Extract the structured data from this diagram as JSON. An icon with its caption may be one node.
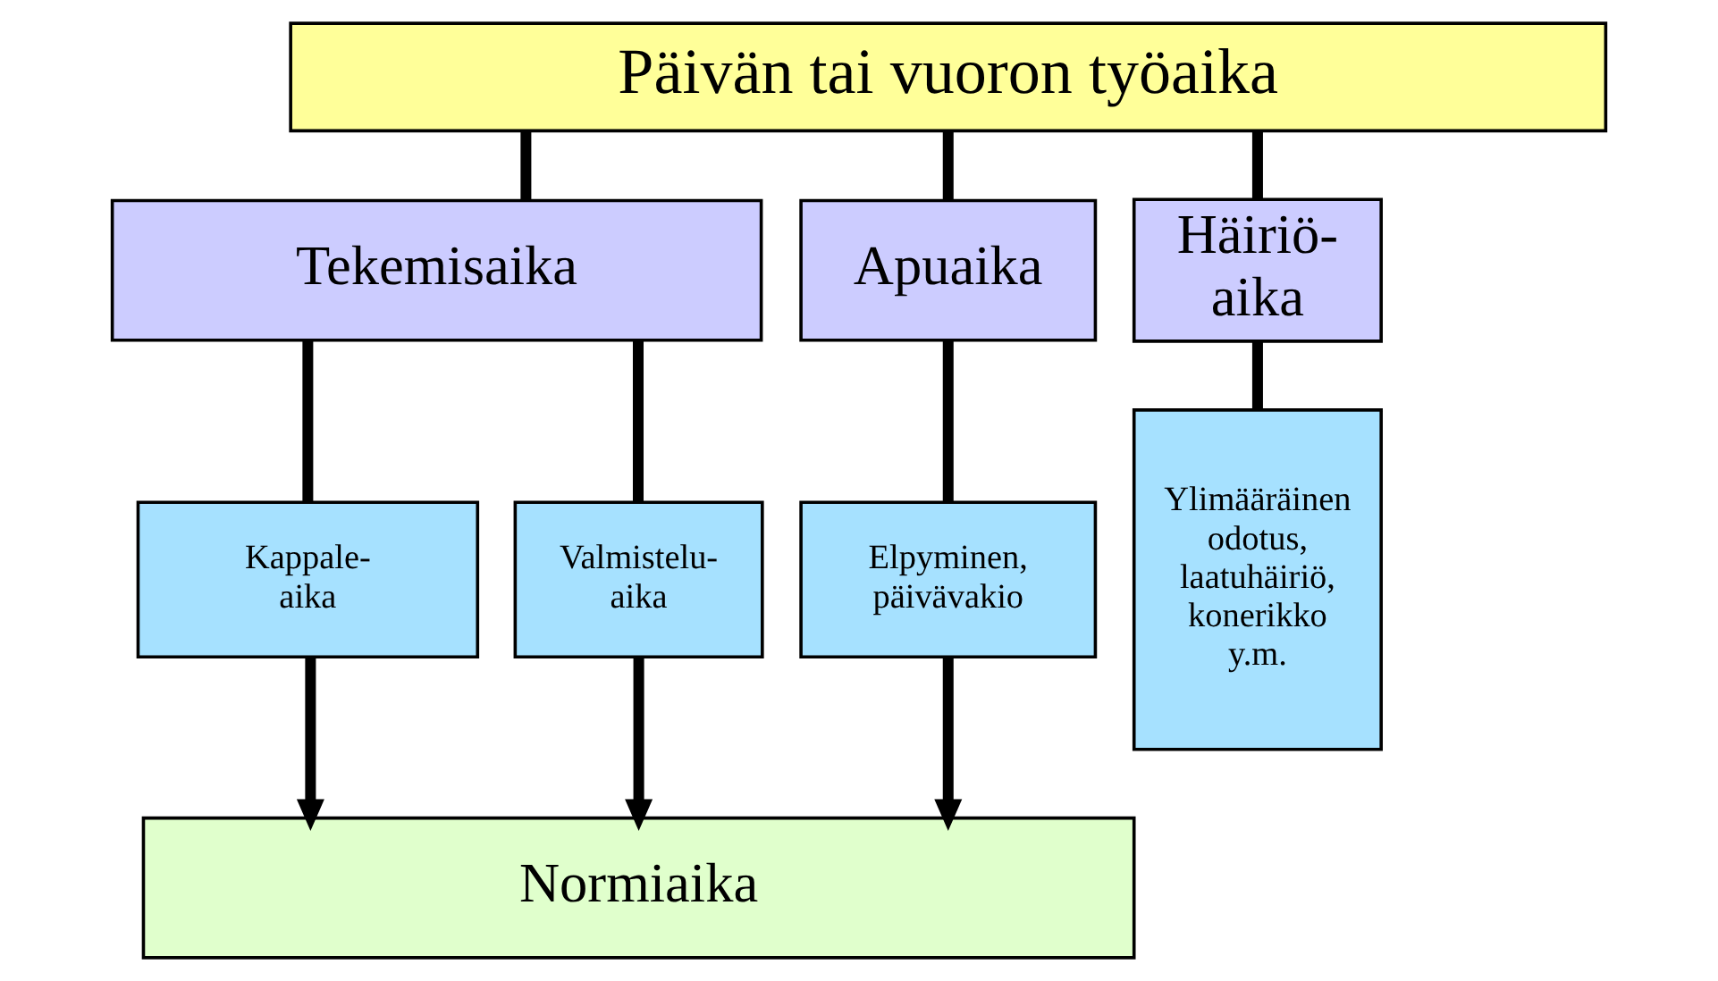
{
  "diagram": {
    "nodes": [
      {
        "text": [
          "Päivän tai vuoron työaika"
        ]
      },
      {
        "text": [
          "Tekemisaika"
        ]
      },
      {
        "text": [
          "Apuaika"
        ]
      },
      {
        "text": [
          "Häiriö- aika"
        ]
      },
      {
        "text": [
          "Kappale- aika"
        ]
      },
      {
        "text": [
          "Valmistelu- aika"
        ]
      },
      {
        "text": [
          "Elpyminen, päivävakio"
        ]
      },
      {
        "text": [
          "Ylimääräinen odotus, laatuhäiriö, konerikko y.m."
        ]
      },
      {
        "text": [
          "Normiaika"
        ]
      }
    ],
    "edges": [
      {
        "from": 0,
        "to": 1,
        "arrow": "none"
      },
      {
        "from": 0,
        "to": 2,
        "arrow": "none"
      },
      {
        "from": 0,
        "to": 3,
        "arrow": "none"
      },
      {
        "from": 1,
        "to": 4,
        "arrow": "none"
      },
      {
        "from": 1,
        "to": 5,
        "arrow": "none"
      },
      {
        "from": 2,
        "to": 6,
        "arrow": "none"
      },
      {
        "from": 3,
        "to": 7,
        "arrow": "none"
      },
      {
        "from": 4,
        "to": 8,
        "arrow": "to"
      },
      {
        "from": 5,
        "to": 8,
        "arrow": "to"
      },
      {
        "from": 6,
        "to": 8,
        "arrow": "to"
      }
    ]
  }
}
